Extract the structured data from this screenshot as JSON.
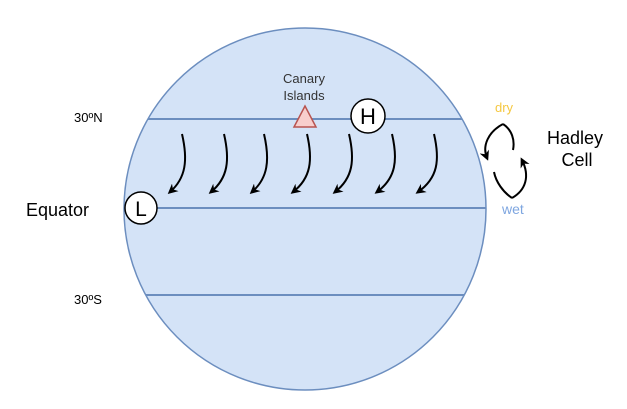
{
  "labels": {
    "lat_north": "30ºN",
    "equator": "Equator",
    "lat_south": "30ºS",
    "location_line1": "Canary",
    "location_line2": "Islands",
    "high_pressure": "H",
    "low_pressure": "L",
    "cell_line1": "Hadley",
    "cell_line2": "Cell",
    "dry": "dry",
    "wet": "wet"
  },
  "colors": {
    "globe_fill": "#d4e3f7",
    "globe_stroke": "#6c8ebf",
    "location_marker_fill": "#f8cecc",
    "location_marker_stroke": "#b85450",
    "dry_text": "#f5c842",
    "wet_text": "#7ea6e0"
  }
}
